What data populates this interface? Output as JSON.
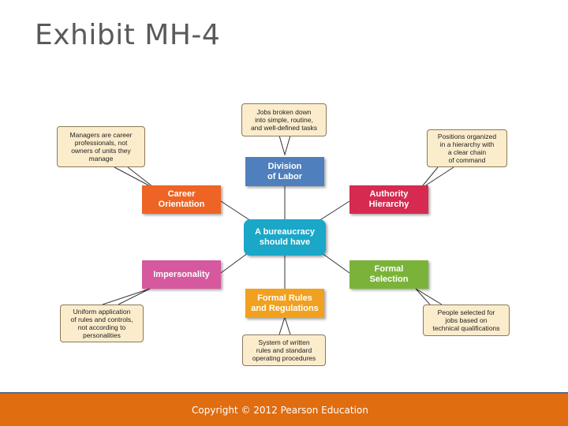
{
  "title": "Exhibit MH-4",
  "center": "A bureaucracy\nshould have",
  "nodes": {
    "division": "Division\nof Labor",
    "authority": "Authority\nHierarchy",
    "selection": "Formal\nSelection",
    "rules": "Formal Rules\nand Regulations",
    "impersonality": "Impersonality",
    "career": "Career\nOrientation"
  },
  "bubbles": {
    "division": "Jobs broken down\ninto simple, routine,\nand well-defined tasks",
    "authority": "Positions organized\nin a hierarchy with\na clear chain\nof command",
    "selection": "People selected for\njobs based on\ntechnical qualifications",
    "rules": "System of written\nrules and standard\noperating procedures",
    "impersonality": "Uniform application\nof rules and controls,\nnot according to\npersonalities",
    "career": "Managers are career\nprofessionals, not\nowners of units they\nmanage"
  },
  "colors": {
    "center": "#1aa7c8",
    "division": "#4f7fbc",
    "authority": "#d62a50",
    "selection": "#7bb33a",
    "rules": "#f1a11f",
    "impersonality": "#d6589e",
    "career": "#ee6424"
  },
  "footer": "Copyright © 2012 Pearson Education"
}
